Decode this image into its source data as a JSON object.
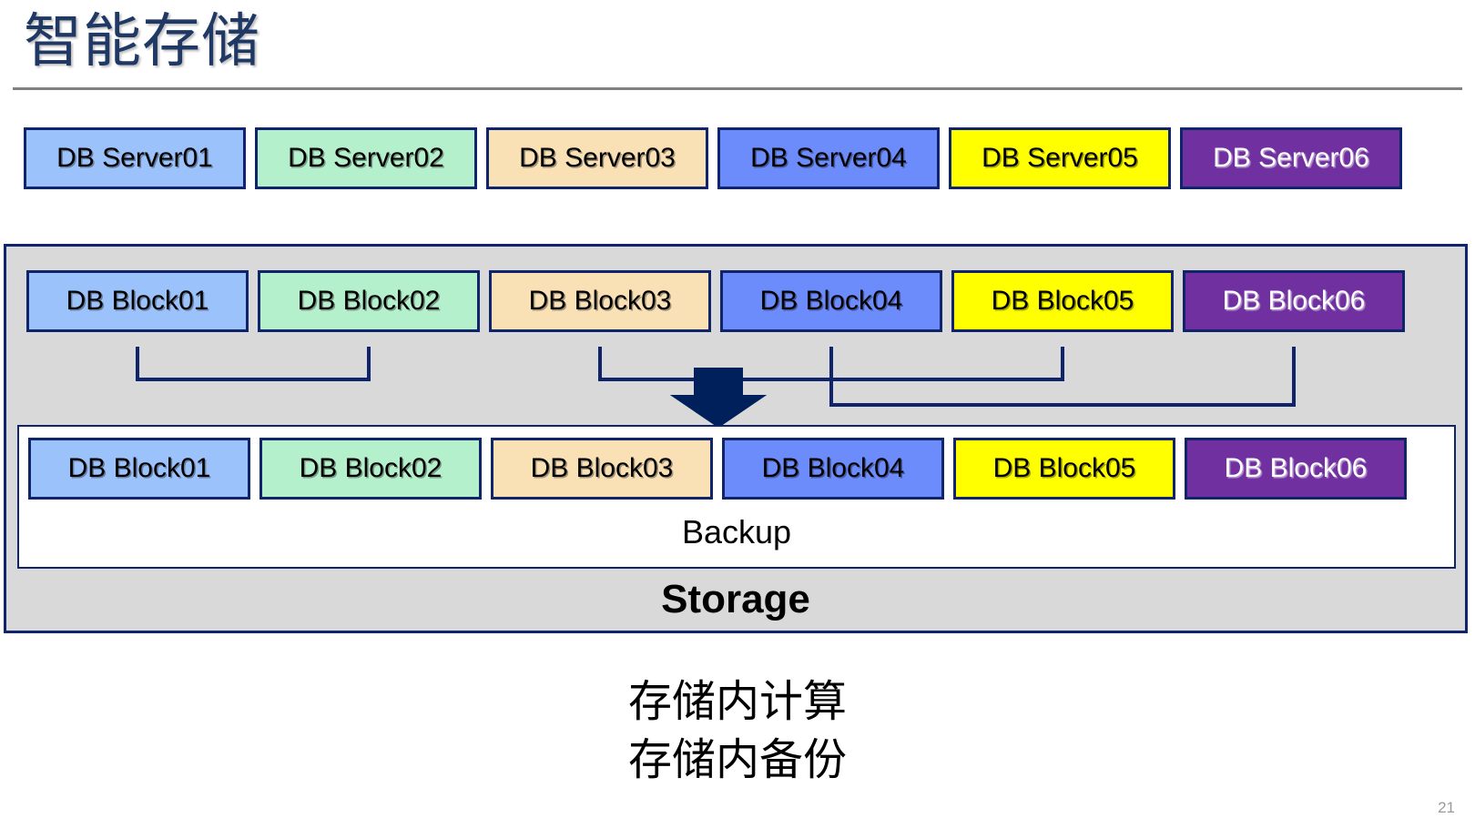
{
  "slide": {
    "title": "智能存储",
    "page_number": "21",
    "title_color": "#1F3864",
    "rule_color": "#808080",
    "page_number_color": "#9A9A9A"
  },
  "palette": {
    "border": "#10246B",
    "storage_fill": "#D9D9D9",
    "backup_fill": "#FFFFFF",
    "arrow": "#00205B",
    "connector": "#10246B",
    "col1": "#9CC2FB",
    "col2": "#B5F0CD",
    "col3": "#FAE0B5",
    "col4": "#6C8CFC",
    "col5": "#FFFF00",
    "col6": "#7030A0"
  },
  "server_row": {
    "name": "db-server-row",
    "items": [
      {
        "label": "DB Server01",
        "fill": "#9CC2FB",
        "text": "#000000"
      },
      {
        "label": "DB Server02",
        "fill": "#B5F0CD",
        "text": "#000000"
      },
      {
        "label": "DB Server03",
        "fill": "#FAE0B5",
        "text": "#000000"
      },
      {
        "label": "DB Server04",
        "fill": "#6C8CFC",
        "text": "#000000"
      },
      {
        "label": "DB Server05",
        "fill": "#FFFF00",
        "text": "#000000"
      },
      {
        "label": "DB Server06",
        "fill": "#7030A0",
        "text": "#FFFFFF"
      }
    ]
  },
  "storage": {
    "label": "Storage",
    "block_row": {
      "name": "db-block-row-primary",
      "items": [
        {
          "label": "DB Block01",
          "fill": "#9CC2FB",
          "text": "#000000"
        },
        {
          "label": "DB Block02",
          "fill": "#B5F0CD",
          "text": "#000000"
        },
        {
          "label": "DB Block03",
          "fill": "#FAE0B5",
          "text": "#000000"
        },
        {
          "label": "DB Block04",
          "fill": "#6C8CFC",
          "text": "#000000"
        },
        {
          "label": "DB Block05",
          "fill": "#FFFF00",
          "text": "#000000"
        },
        {
          "label": "DB Block06",
          "fill": "#7030A0",
          "text": "#FFFFFF"
        }
      ]
    },
    "backup": {
      "label": "Backup",
      "block_row": {
        "name": "db-block-row-backup",
        "items": [
          {
            "label": "DB Block01",
            "fill": "#9CC2FB",
            "text": "#000000"
          },
          {
            "label": "DB Block02",
            "fill": "#B5F0CD",
            "text": "#000000"
          },
          {
            "label": "DB Block03",
            "fill": "#FAE0B5",
            "text": "#000000"
          },
          {
            "label": "DB Block04",
            "fill": "#6C8CFC",
            "text": "#000000"
          },
          {
            "label": "DB Block05",
            "fill": "#FFFF00",
            "text": "#000000"
          },
          {
            "label": "DB Block06",
            "fill": "#7030A0",
            "text": "#FFFFFF"
          }
        ]
      }
    },
    "arrow": {
      "name": "down-arrow-icon",
      "direction": "down"
    },
    "connectors": [
      {
        "name": "connector-block01-block02",
        "from": "DB Block01",
        "to": "DB Block02"
      },
      {
        "name": "connector-block03-block05",
        "from": "DB Block03",
        "to": "DB Block05"
      },
      {
        "name": "connector-block04-block06",
        "from": "DB Block04",
        "to": "DB Block06"
      }
    ]
  },
  "caption": {
    "lines": [
      "存储内计算",
      "存储内备份"
    ],
    "line1": "存储内计算",
    "line2": "存储内备份"
  }
}
